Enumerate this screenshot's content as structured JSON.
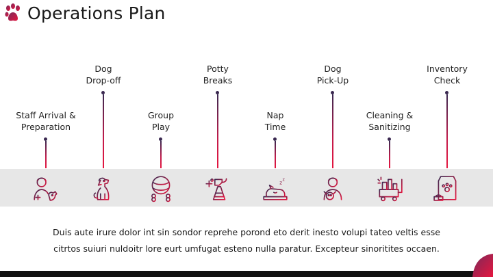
{
  "header": {
    "logo_icon": "paw-icon",
    "title": "Operations Plan"
  },
  "steps": [
    {
      "line1": "Staff Arrival &",
      "line2": "Preparation",
      "icon": "staff-with-dog-icon"
    },
    {
      "line1": "Dog",
      "line2": "Drop-off",
      "icon": "sitting-dog-icon"
    },
    {
      "line1": "Group",
      "line2": "Play",
      "icon": "ball-and-bone-icon"
    },
    {
      "line1": "Potty",
      "line2": "Breaks",
      "icon": "potty-cone-icon"
    },
    {
      "line1": "Nap",
      "line2": "Time",
      "icon": "sleeping-dog-icon"
    },
    {
      "line1": "Dog",
      "line2": "Pick-Up",
      "icon": "person-with-dog-icon"
    },
    {
      "line1": "Cleaning &",
      "line2": "Sanitizing",
      "icon": "cleaning-cart-icon"
    },
    {
      "line1": "Inventory",
      "line2": "Check",
      "icon": "dog-food-bag-icon"
    }
  ],
  "description": {
    "line1": "Duis aute irure dolor int sin sondor reprehe porond eto derit inesto volupi tateo veltis esse",
    "line2": "citrtos suiuri nuldoitr lore eurt umfugat esteno nulla paratur. Excepteur sinoritites occaen."
  },
  "colors": {
    "accent_dark": "#3a2850",
    "accent_red": "#e5163f",
    "band": "#e7e7e7"
  }
}
